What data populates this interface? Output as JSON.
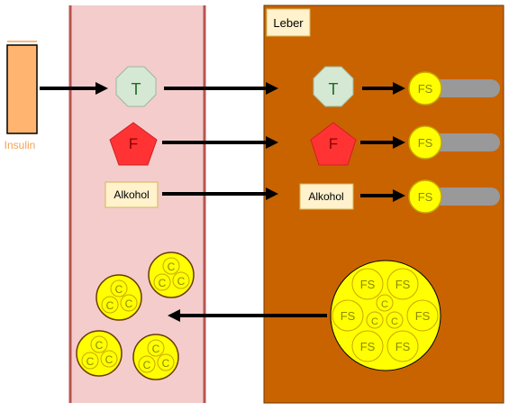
{
  "insulin": {
    "label": "Insulin"
  },
  "liver": {
    "label": "Leber"
  },
  "molecules": {
    "t": "T",
    "f": "F",
    "alkohol": "Alkohol"
  },
  "fatty_acid": {
    "label": "FS"
  },
  "cholesterol": {
    "label": "C"
  },
  "colors": {
    "blood_vessel_fill": "#f4cccc",
    "blood_vessel_border": "#b85450",
    "liver_fill": "#c96300",
    "liver_border": "#6d3a00",
    "insulin_fill": "#ffb570",
    "insulin_label": "#f0a35a",
    "t_fill": "#d5e8d4",
    "t_text": "#1e6b26",
    "f_fill": "#ff3333",
    "alkohol_fill": "#fff2cc",
    "fs_fill": "#ffff00",
    "fs_text": "#8a8a00",
    "tail": "#999999",
    "arrow": "#000000"
  }
}
